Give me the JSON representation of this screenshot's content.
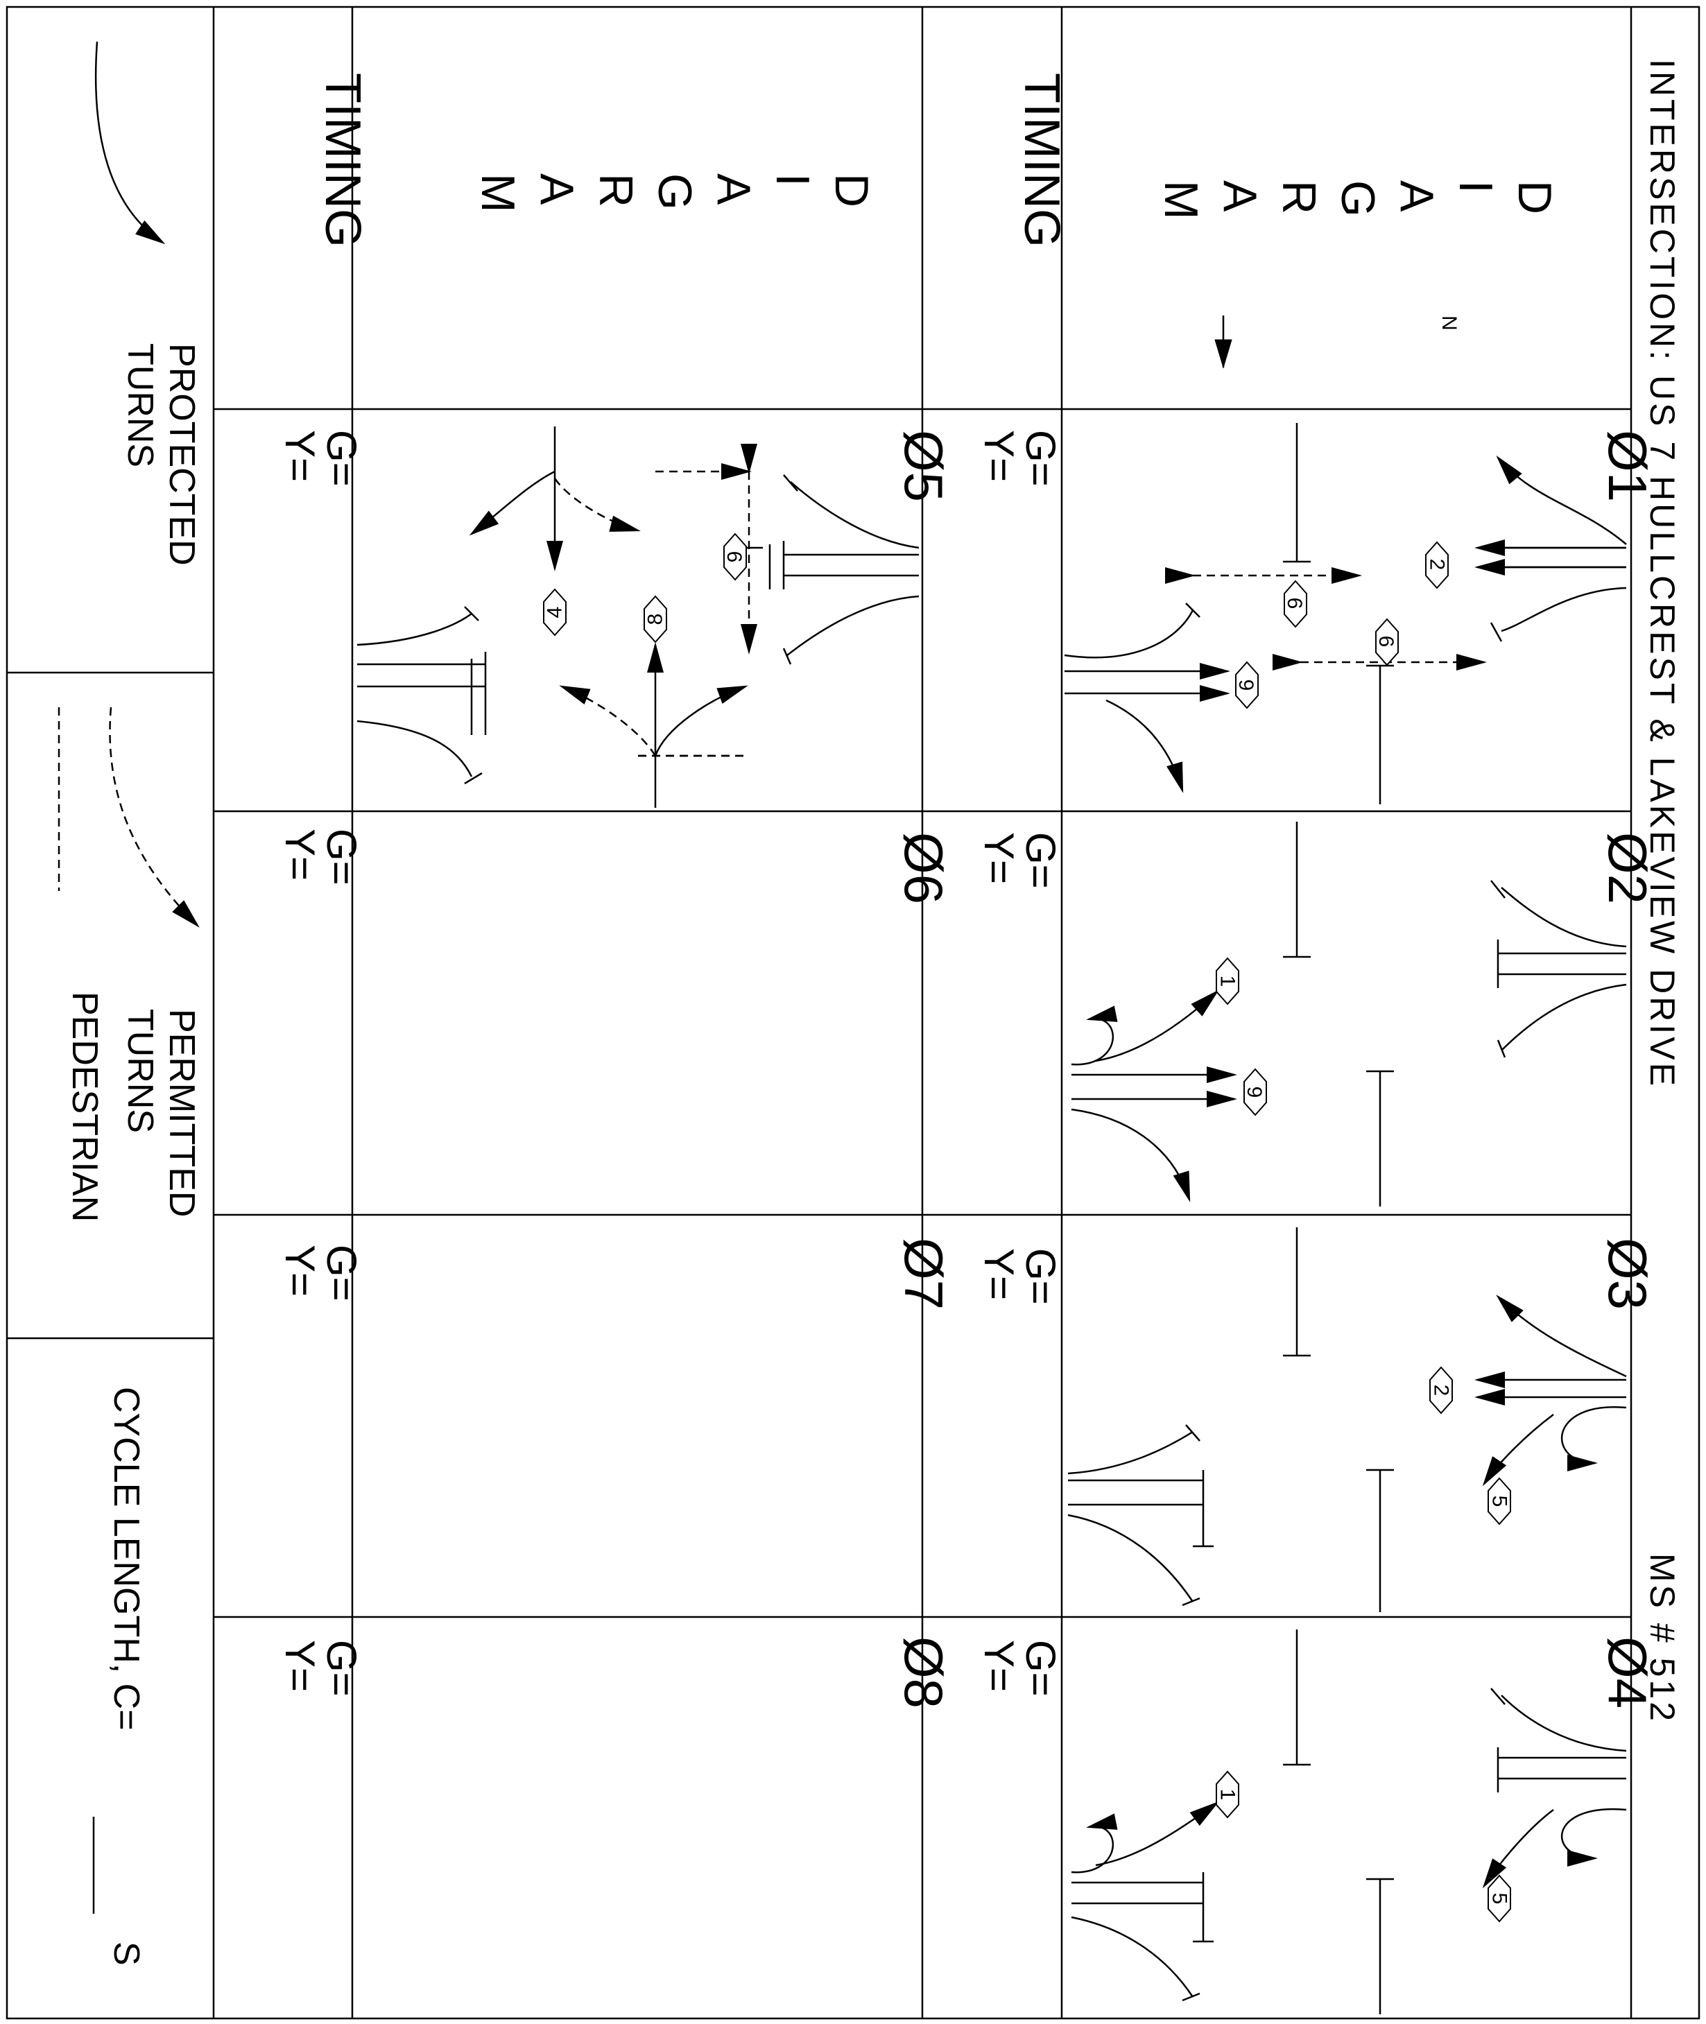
{
  "header": {
    "intersection_label": "INTERSECTION: US 7 HULLCREST & LAKEVIEW DRIVE",
    "ms_number": "MS # 512"
  },
  "north_label": "N",
  "diagram_label": [
    "D",
    "I",
    "A",
    "G",
    "R",
    "A",
    "M"
  ],
  "timing_label": "TIMING",
  "phases_top": [
    {
      "label": "Ø1",
      "green": "G=",
      "yellow": "Y="
    },
    {
      "label": "Ø2",
      "green": "G=",
      "yellow": "Y="
    },
    {
      "label": "Ø3",
      "green": "G=",
      "yellow": "Y="
    },
    {
      "label": "Ø4",
      "green": "G=",
      "yellow": "Y="
    }
  ],
  "phases_bottom": [
    {
      "label": "Ø5",
      "green": "G=",
      "yellow": "Y="
    },
    {
      "label": "Ø6",
      "green": "G=",
      "yellow": "Y="
    },
    {
      "label": "Ø7",
      "green": "G=",
      "yellow": "Y="
    },
    {
      "label": "Ø8",
      "green": "G=",
      "yellow": "Y="
    }
  ],
  "legend": {
    "protected_line1": "PROTECTED",
    "protected_line2": "TURNS",
    "permitted_line1": "PERMITTED",
    "permitted_line2": "TURNS",
    "pedestrian": "PEDESTRIAN",
    "cycle_length": "CYCLE LENGTH, C=",
    "cycle_unit": "S"
  },
  "movement_badges": {
    "phase1": [
      "2",
      "9",
      "9",
      "6"
    ],
    "phase2": [
      "1",
      "6"
    ],
    "phase3": [
      "2",
      "5"
    ],
    "phase4": [
      "1",
      "5"
    ],
    "phase5": [
      "9",
      "8",
      "4"
    ]
  }
}
